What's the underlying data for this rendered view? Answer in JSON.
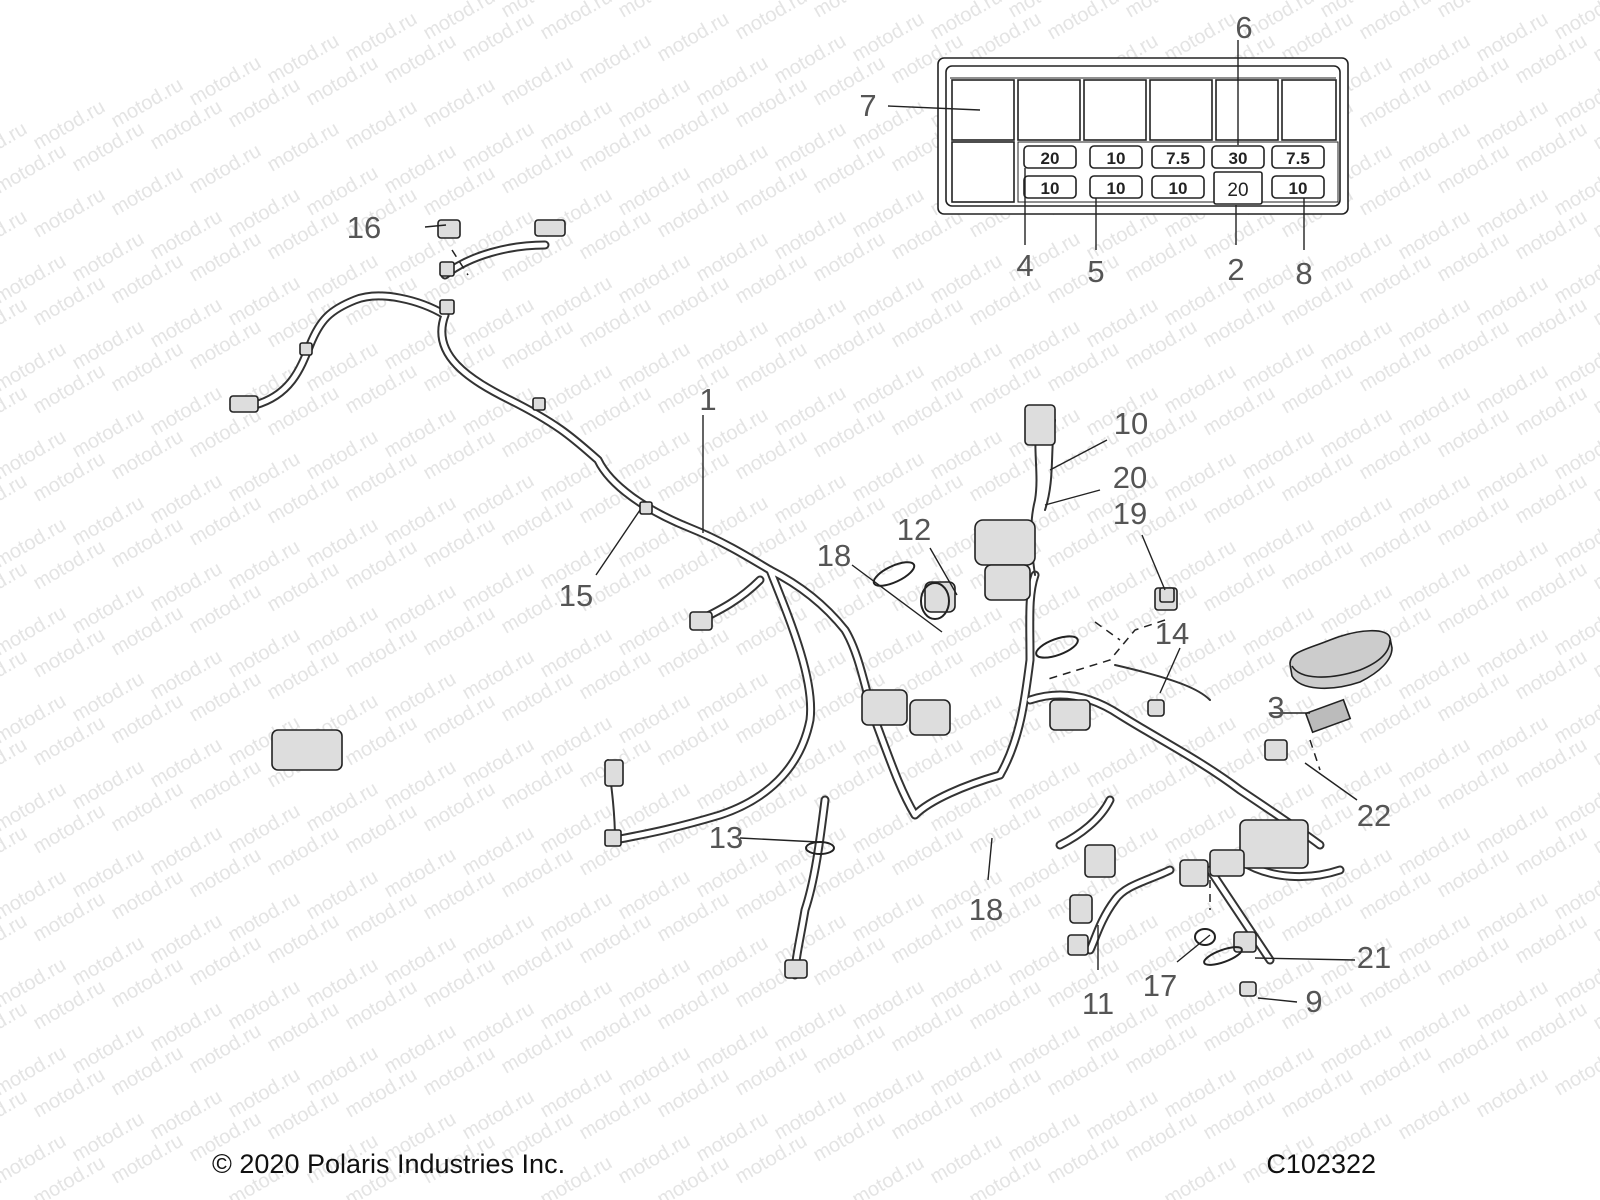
{
  "watermark": "motod.ru",
  "callouts": {
    "c1": "1",
    "c2": "2",
    "c3": "3",
    "c4": "4",
    "c5": "5",
    "c6": "6",
    "c7": "7",
    "c8": "8",
    "c9": "9",
    "c10": "10",
    "c11": "11",
    "c12": "12",
    "c13": "13",
    "c14": "14",
    "c15": "15",
    "c16": "16",
    "c17": "17",
    "c18a": "18",
    "c18b": "18",
    "c19": "19",
    "c20": "20",
    "c21": "21",
    "c22": "22"
  },
  "fuse_box": {
    "top_row": [
      "20",
      "10",
      "7.5",
      "30",
      "7.5"
    ],
    "bottom_row": [
      "10",
      "10",
      "10",
      "20",
      "10"
    ]
  },
  "footer": {
    "copyright": "© 2020 Polaris Industries Inc.",
    "diagram_id": "C102322"
  }
}
